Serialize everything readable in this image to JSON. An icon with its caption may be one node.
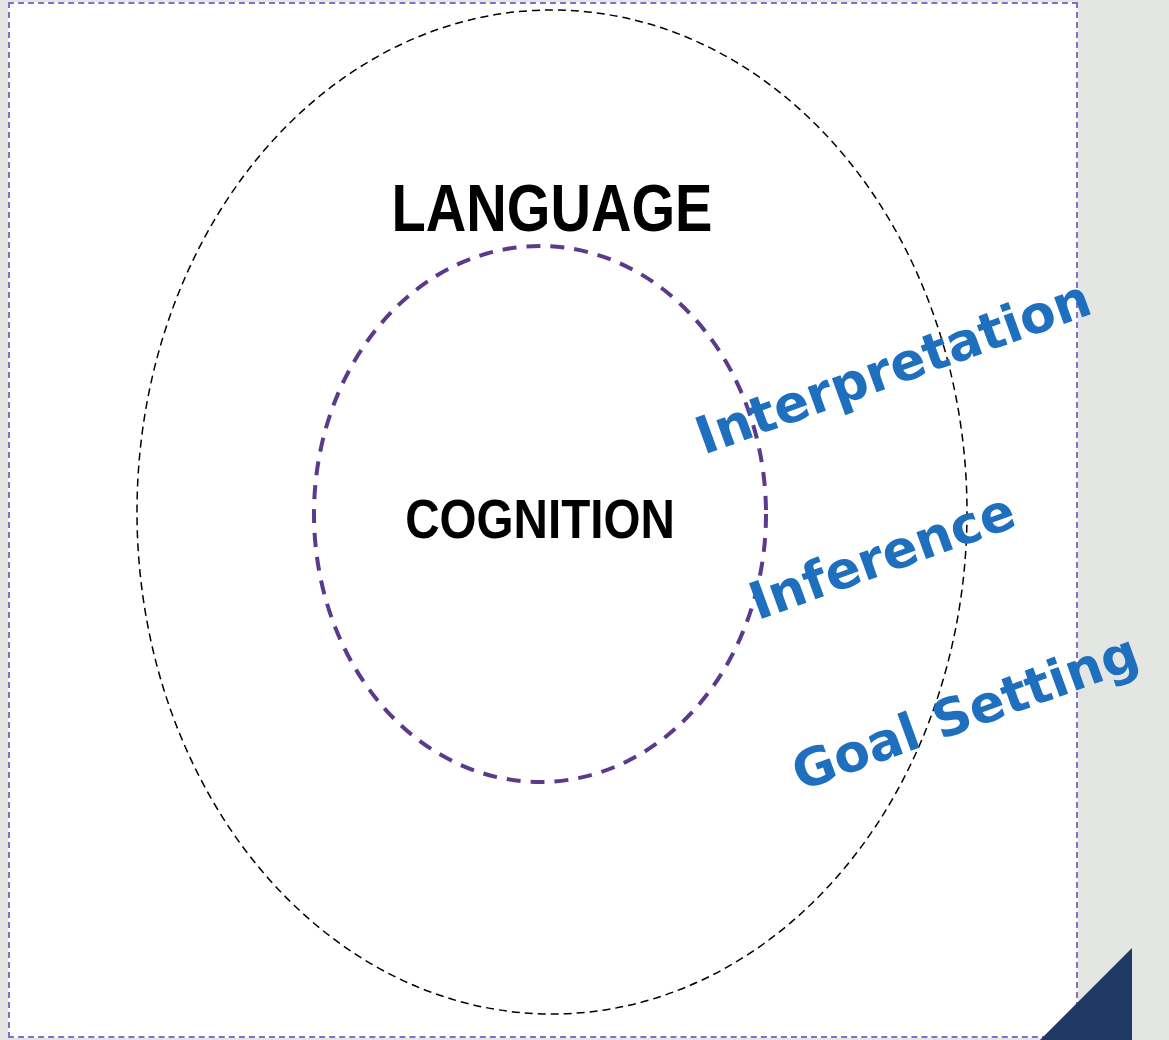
{
  "diagram": {
    "nodes": [
      {
        "text": [
          "LANGUAGE"
        ]
      },
      {
        "text": [
          "COGNITION"
        ],
        "in": 0
      }
    ],
    "labels": [
      "Interpretation",
      "Inference",
      "Goal Setting"
    ]
  }
}
